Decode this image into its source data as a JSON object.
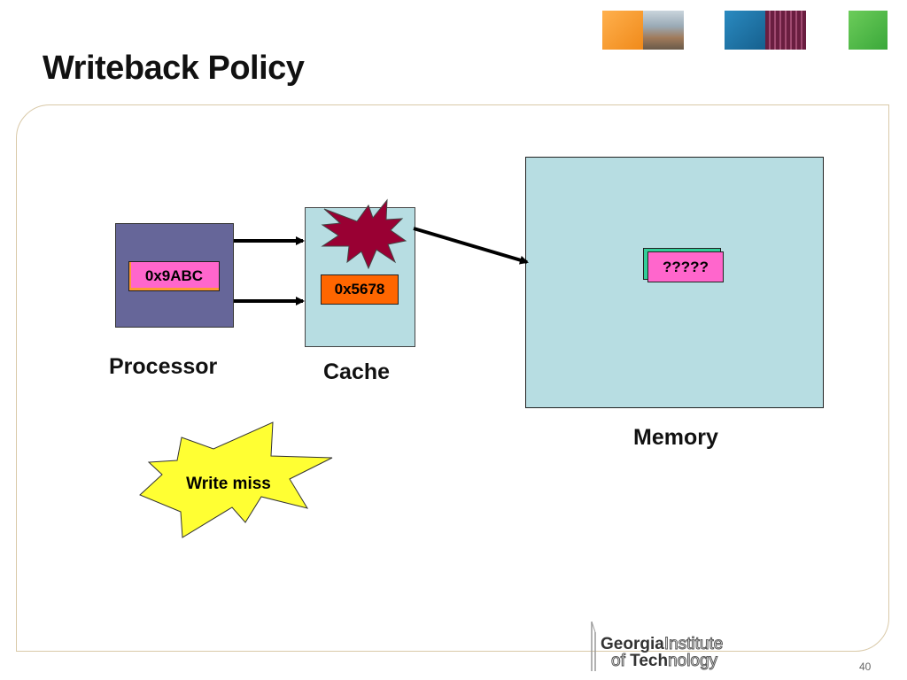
{
  "slide": {
    "title": "Writeback Policy",
    "page_number": "40"
  },
  "diagram": {
    "processor": {
      "label": "Processor",
      "register_value": "0x9ABC",
      "color": "#666699"
    },
    "cache": {
      "label": "Cache",
      "line_value": "0x5678",
      "color": "#b7dde2"
    },
    "memory": {
      "label": "Memory",
      "cell_value": "?????",
      "color": "#b7dde2"
    },
    "burst": {
      "text": "Write miss",
      "color": "#ffff33"
    },
    "cache_burst": {
      "color": "#990033"
    }
  },
  "logo": {
    "line1_bold": "Georgia",
    "line1_light": "Institute",
    "line2_light": "of ",
    "line2_bold": "Tech",
    "line2_light_end": "nology"
  },
  "header_tiles": [
    {
      "icon": "orange-tile",
      "color": "#f7941d"
    },
    {
      "icon": "photo-tile-building",
      "color": "#8aa0b0"
    },
    {
      "icon": "blue-tile",
      "color": "#1a75a8"
    },
    {
      "icon": "photo-tile-circuit",
      "color": "#7a2a4a"
    },
    {
      "icon": "green-tile",
      "color": "#4cb848"
    }
  ]
}
